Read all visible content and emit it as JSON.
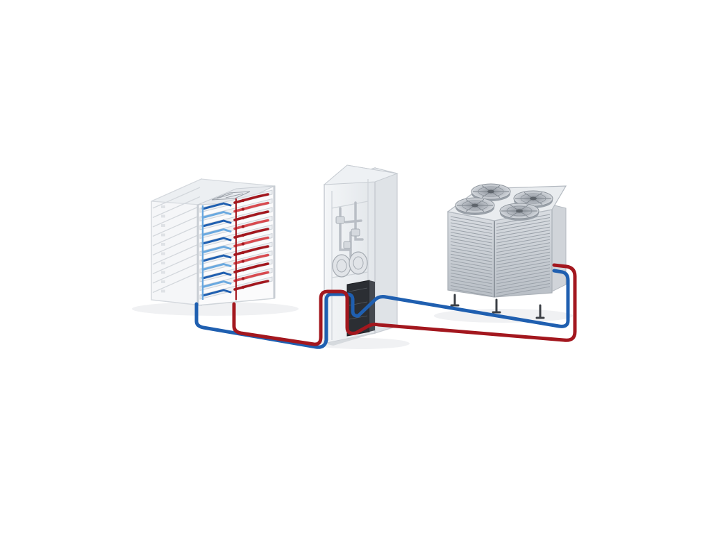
{
  "diagram": {
    "components": [
      {
        "id": "server-rack",
        "icon": "server-rack-icon"
      },
      {
        "id": "cdu-unit",
        "icon": "coolant-distribution-unit-icon"
      },
      {
        "id": "dry-cooler",
        "icon": "dry-cooler-fan-icon"
      }
    ],
    "loops": [
      {
        "id": "cold-loop",
        "role": "supply",
        "color": "#1f5fb0"
      },
      {
        "id": "hot-loop",
        "role": "return",
        "color": "#a3171e"
      }
    ],
    "colors": {
      "cold_pipe": "#1f5fb0",
      "cold_pipe_light": "#6aa9e0",
      "hot_pipe": "#a3171e",
      "hot_pipe_light": "#d84a4f",
      "frame": "#cfd4d9",
      "panel": "#eef1f4",
      "shadow": "#e7e9ec",
      "background": "#ffffff"
    }
  }
}
